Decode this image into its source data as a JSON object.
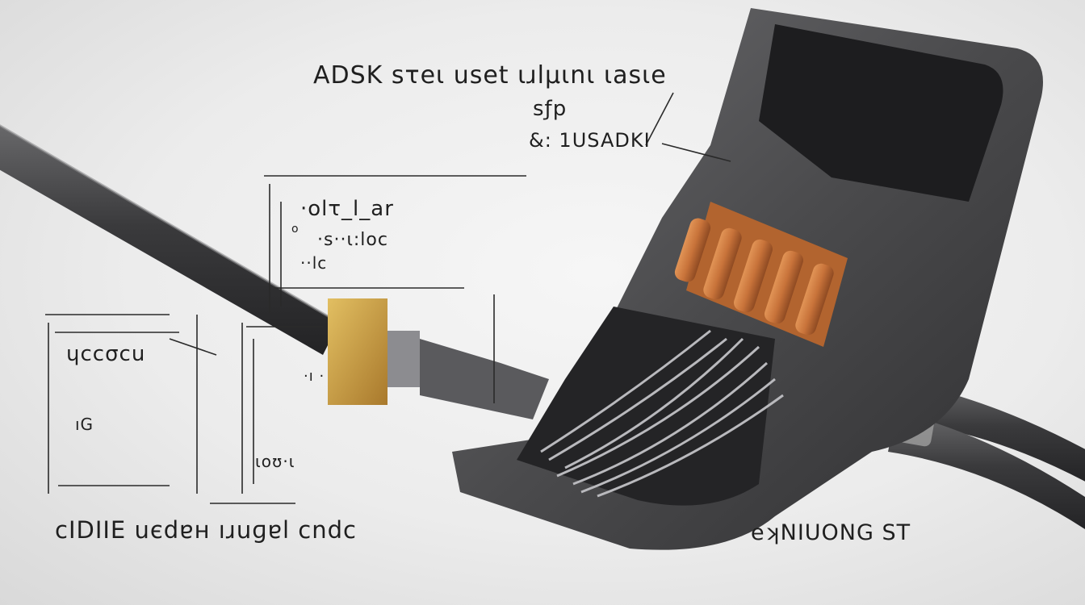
{
  "annotations": {
    "title": "ADSK sτeι uset ιɹlμιnι ιasιe",
    "sub_1": "sƒp",
    "sub_2": "&: 1USADKI",
    "box_1": "·olτ_l_ar",
    "box_2": "·s··ι:loc",
    "box_3": "··lc",
    "box_4": "·ı ·",
    "box_5": "ɥccσcu",
    "box_6": "ıG",
    "box_7": "ιoʊ·ι",
    "box_o": "o",
    "bottom_left": "cIDIIE uєdɐн ıɹuɡɐl cndc",
    "bottom_right": "eʞNIUONG ST"
  },
  "colors": {
    "background": "#ececec",
    "connector_body": "#4a4a4c",
    "cable": "#3a3a3c",
    "copper": "#c8733a",
    "gold": "#c89b3c",
    "ink": "#1f1f1f"
  }
}
